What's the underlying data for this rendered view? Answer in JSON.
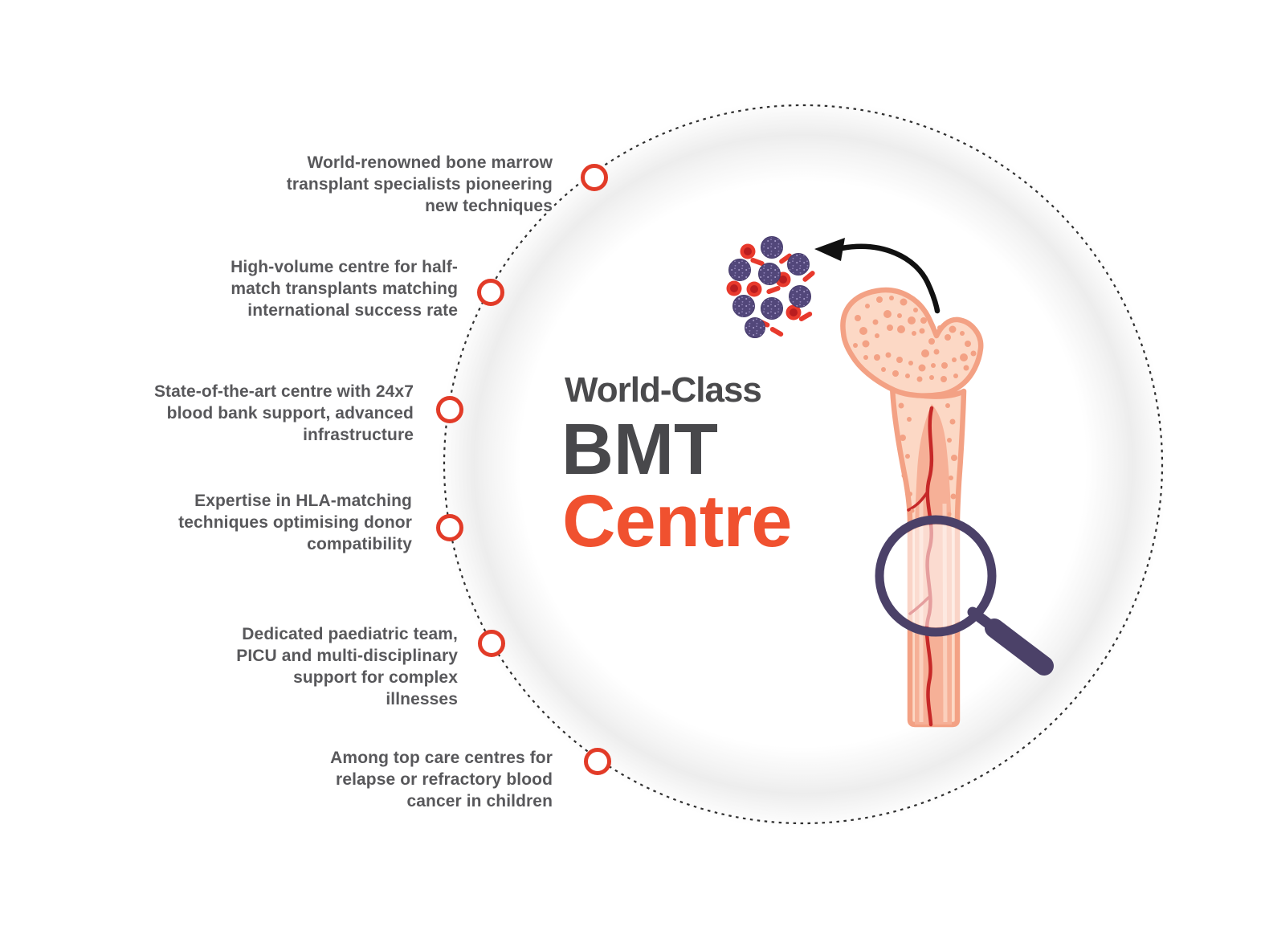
{
  "title": {
    "line1": "World-Class",
    "line2": "BMT",
    "line3": "Centre"
  },
  "bullets": [
    {
      "text": "World-renowned bone marrow\ntransplant specialists pioneering\nnew techniques"
    },
    {
      "text": "High-volume centre for half-\nmatch transplants matching\ninternational success rate"
    },
    {
      "text": "State-of-the-art centre with 24x7\nblood bank support, advanced\ninfrastructure"
    },
    {
      "text": "Expertise in HLA-matching\ntechniques optimising donor\ncompatibility"
    },
    {
      "text": "Dedicated paediatric team,\nPICU and multi-disciplinary\nsupport for complex\nillnesses"
    },
    {
      "text": "Among top care centres for\nrelapse or refractory blood\ncancer in children"
    }
  ],
  "icons": {
    "stem-cells-icon": "cluster of purple stem cells, red blood cells and platelets",
    "curved-arrow-icon": "black curved arrow from bone to cells",
    "bone-icon": "femur bone cross-section with marrow canal and blood vessel",
    "magnifier-icon": "magnifying glass over bone marrow"
  },
  "colors": {
    "marker_ring": "#e23b28",
    "title_gray": "#48484b",
    "title_orange": "#f0512f",
    "bullet_text": "#58585b",
    "dashed_circle": "#2f2f2f",
    "bone_outline": "#f3a184",
    "bone_fill": "#fcd8c5",
    "marrow_fill": "#f6b097",
    "vessel_red": "#c62828",
    "stem_cell_purple": "#52477a",
    "blood_cell_red": "#e8392c",
    "magnifier_purple": "#4b4168"
  }
}
